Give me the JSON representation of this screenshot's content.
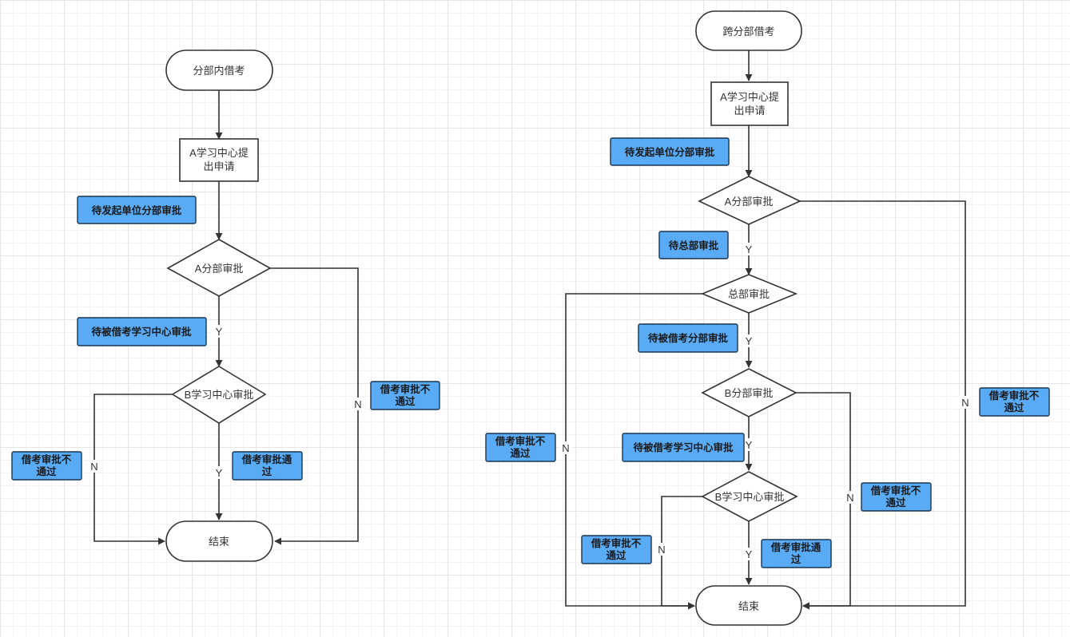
{
  "flow_left": {
    "start": "分部内借考",
    "apply_line1": "A学习中心提",
    "apply_line2": "出申请",
    "decision_a": "A分部审批",
    "decision_b": "B学习中心审批",
    "end": "结束",
    "status_pending_origin": "待发起单位分部审批",
    "status_pending_center": "待被借考学习中心审批",
    "status_reject_right_l1": "借考审批不",
    "status_reject_right_l2": "通过",
    "status_reject_left_l1": "借考审批不",
    "status_reject_left_l2": "通过",
    "status_pass_l1": "借考审批通",
    "status_pass_l2": "过",
    "label_y1": "Y",
    "label_y2": "Y",
    "label_n_right": "N",
    "label_n_left": "N"
  },
  "flow_right": {
    "start": "跨分部借考",
    "apply_line1": "A学习中心提",
    "apply_line2": "出申请",
    "decision_a": "A分部审批",
    "decision_hq": "总部审批",
    "decision_b_branch": "B分部审批",
    "decision_b_center": "B学习中心审批",
    "end": "结束",
    "status_pending_origin": "待发起单位分部审批",
    "status_pending_hq": "待总部审批",
    "status_pending_branch": "待被借考分部审批",
    "status_pending_center": "待被借考学习中心审批",
    "status_reject_a_l1": "借考审批不",
    "status_reject_a_l2": "通过",
    "status_reject_hq_l1": "借考审批不",
    "status_reject_hq_l2": "通过",
    "status_reject_branch_l1": "借考审批不",
    "status_reject_branch_l2": "通过",
    "status_reject_center_l1": "借考审批不",
    "status_reject_center_l2": "通过",
    "status_pass_l1": "借考审批通",
    "status_pass_l2": "过",
    "label_y_a": "Y",
    "label_y_hq": "Y",
    "label_y_branch": "Y",
    "label_y_center": "Y",
    "label_n_a": "N",
    "label_n_hq": "N",
    "label_n_branch": "N",
    "label_n_center": "N"
  },
  "colors": {
    "status_fill": "#5aabf5",
    "status_stroke": "#1a3550",
    "line": "#333333",
    "node_fill": "#ffffff"
  }
}
